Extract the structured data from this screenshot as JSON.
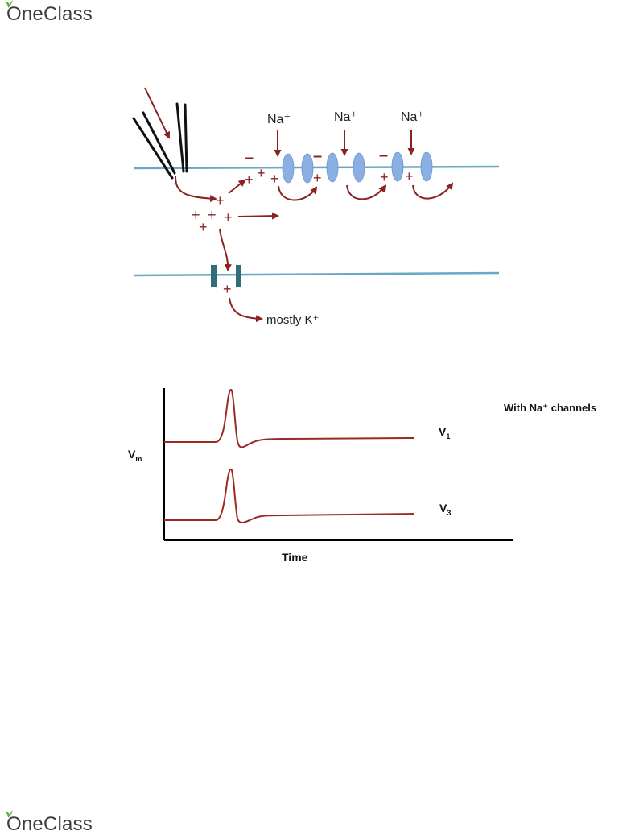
{
  "brand": {
    "name": "OneClass"
  },
  "colors": {
    "arrow": "#8b2222",
    "membrane": "#6aa7c4",
    "na_channel": "#8ab0e3",
    "k_channel": "#2f6e79",
    "text": "#222222",
    "trace": "#9b2a22"
  },
  "diagram": {
    "na_labels": [
      "Na⁺",
      "Na⁺",
      "Na⁺"
    ],
    "k_label": "mostly K⁺",
    "plus": "+",
    "minus": "–"
  },
  "chart": {
    "title": "With Na⁺ channels",
    "ylabel": "Vm",
    "xlabel": "Time",
    "trace_labels": [
      "V1",
      "V3"
    ]
  },
  "chart_data": {
    "type": "line",
    "title": "With Na⁺ channels",
    "xlabel": "Time",
    "ylabel": "Vm",
    "series": [
      {
        "name": "V1",
        "description_shape": "action potential spike followed by undershoot and return to baseline"
      },
      {
        "name": "V3",
        "description_shape": "action potential spike followed by undershoot and return to baseline"
      }
    ]
  }
}
